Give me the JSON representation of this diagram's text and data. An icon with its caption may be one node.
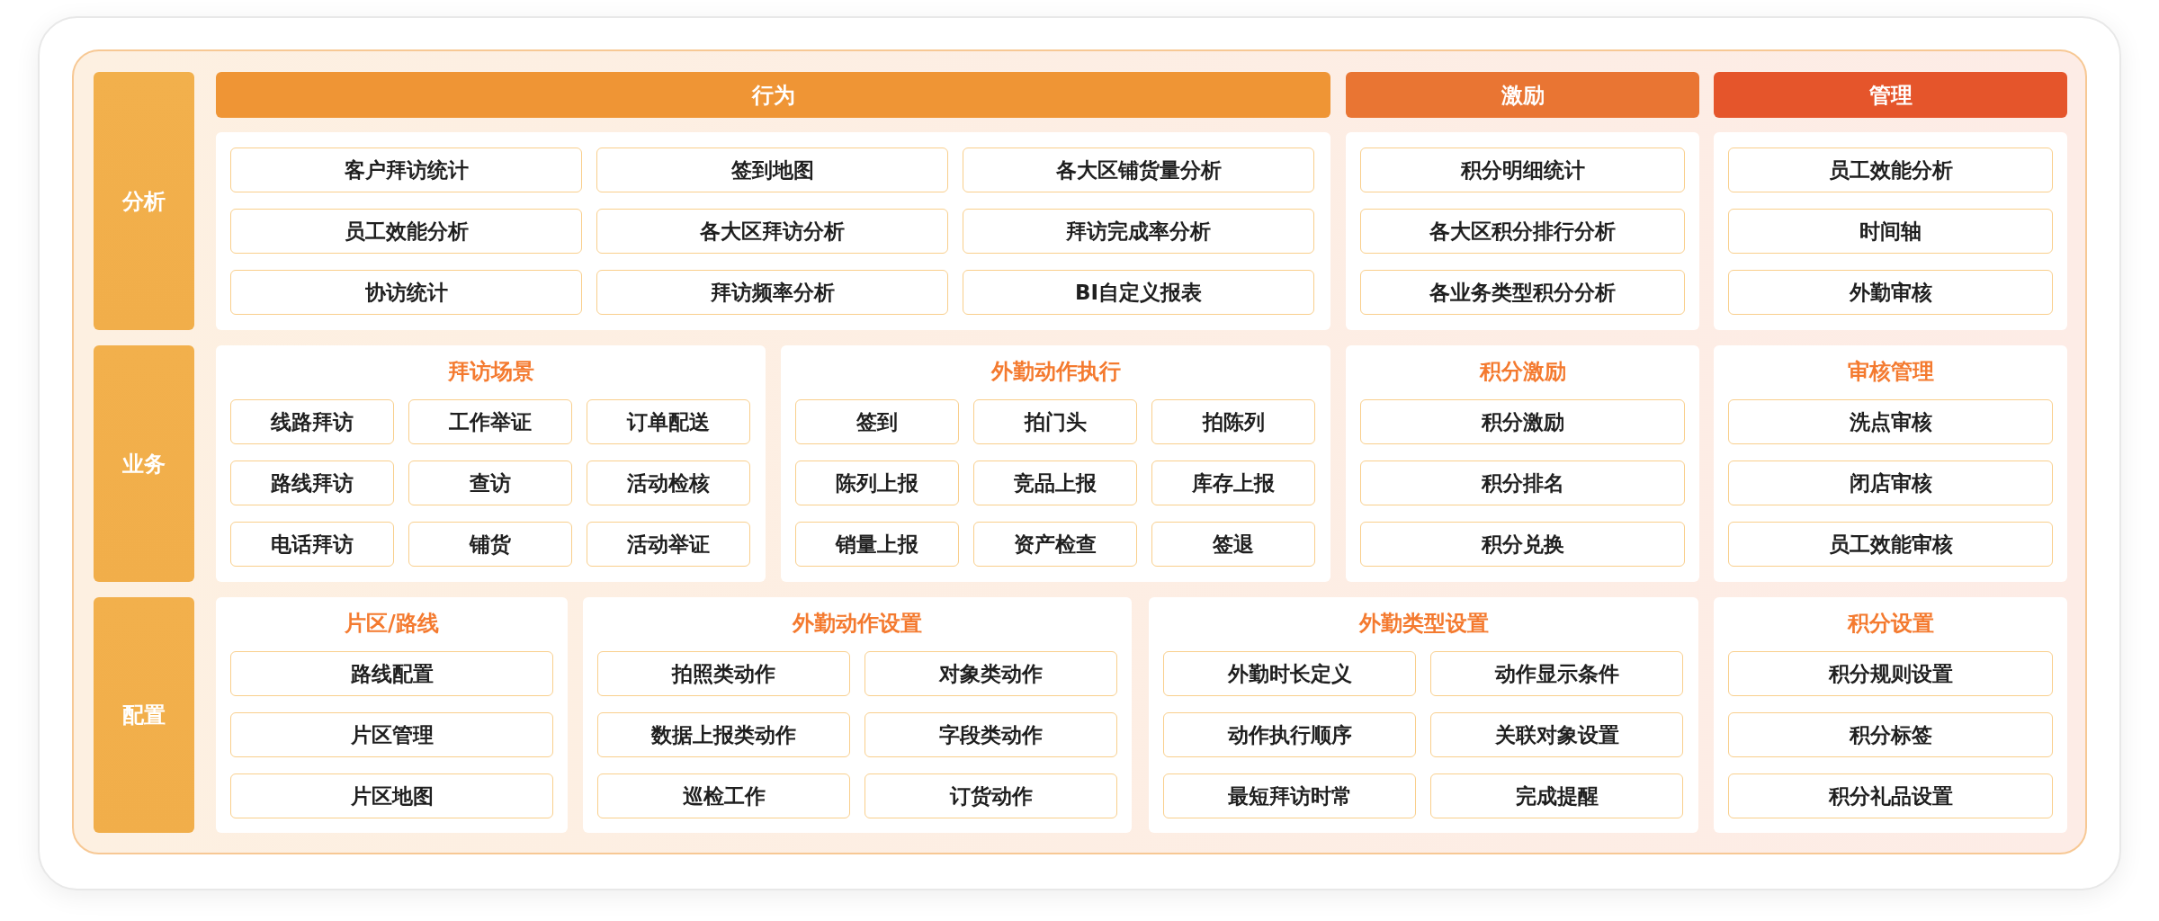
{
  "diagram": {
    "nodes": [
      {
        "text": [
          "分析"
        ]
      },
      {
        "text": [
          "行为"
        ]
      },
      {
        "text": [
          "激励"
        ]
      },
      {
        "text": [
          "管理"
        ]
      },
      {
        "text": [],
        "shape": "box"
      },
      {
        "text": [
          "客户拜访统计"
        ],
        "in": 4
      },
      {
        "text": [
          "签到地图"
        ],
        "in": 4
      },
      {
        "text": [
          "各大区铺货量分析"
        ],
        "in": 4
      },
      {
        "text": [
          "员工效能分析"
        ],
        "in": 4
      },
      {
        "text": [
          "各大区拜访分析"
        ],
        "in": 4
      },
      {
        "text": [
          "拜访完成率分析"
        ],
        "in": 4
      },
      {
        "text": [
          "协访统计"
        ],
        "in": 4
      },
      {
        "text": [
          "拜访频率分析"
        ],
        "in": 4
      },
      {
        "text": [
          "BI自定义报表"
        ],
        "in": 4
      },
      {
        "text": [],
        "shape": "box"
      },
      {
        "text": [
          "积分明细统计"
        ],
        "in": 14
      },
      {
        "text": [
          "各大区积分排行分析"
        ],
        "in": 14
      },
      {
        "text": [
          "各业务类型积分分析"
        ],
        "in": 14
      },
      {
        "text": [],
        "shape": "box"
      },
      {
        "text": [
          "员工效能分析"
        ],
        "in": 18
      },
      {
        "text": [
          "时间轴"
        ],
        "in": 18
      },
      {
        "text": [
          "外勤审核"
        ],
        "in": 18
      },
      {
        "text": [
          "业务"
        ]
      },
      {
        "text": [
          "拜访场景"
        ]
      },
      {
        "text": [
          "线路拜访"
        ],
        "in": 23
      },
      {
        "text": [
          "工作举证"
        ],
        "in": 23
      },
      {
        "text": [
          "订单配送"
        ],
        "in": 23
      },
      {
        "text": [
          "路线拜访"
        ],
        "in": 23
      },
      {
        "text": [
          "查访"
        ],
        "in": 23
      },
      {
        "text": [
          "活动检核"
        ],
        "in": 23
      },
      {
        "text": [
          "电话拜访"
        ],
        "in": 23
      },
      {
        "text": [
          "铺货"
        ],
        "in": 23
      },
      {
        "text": [
          "活动举证"
        ],
        "in": 23
      },
      {
        "text": [
          "外勤动作执行"
        ]
      },
      {
        "text": [
          "签到"
        ],
        "in": 33
      },
      {
        "text": [
          "拍门头"
        ],
        "in": 33
      },
      {
        "text": [
          "拍陈列"
        ],
        "in": 33
      },
      {
        "text": [
          "陈列上报"
        ],
        "in": 33
      },
      {
        "text": [
          "竞品上报"
        ],
        "in": 33
      },
      {
        "text": [
          "库存上报"
        ],
        "in": 33
      },
      {
        "text": [
          "销量上报"
        ],
        "in": 33
      },
      {
        "text": [
          "资产检查"
        ],
        "in": 33
      },
      {
        "text": [
          "签退"
        ],
        "in": 33
      },
      {
        "text": [
          "积分激励"
        ]
      },
      {
        "text": [
          "积分激励"
        ],
        "in": 43
      },
      {
        "text": [
          "积分排名"
        ],
        "in": 43
      },
      {
        "text": [
          "积分兑换"
        ],
        "in": 43
      },
      {
        "text": [
          "审核管理"
        ]
      },
      {
        "text": [
          "洗点审核"
        ],
        "in": 47
      },
      {
        "text": [
          "闭店审核"
        ],
        "in": 47
      },
      {
        "text": [
          "员工效能审核"
        ],
        "in": 47
      },
      {
        "text": [
          "配置"
        ]
      },
      {
        "text": [
          "片区/路线"
        ]
      },
      {
        "text": [
          "路线配置"
        ],
        "in": 52
      },
      {
        "text": [
          "片区管理"
        ],
        "in": 52
      },
      {
        "text": [
          "片区地图"
        ],
        "in": 52
      },
      {
        "text": [
          "外勤动作设置"
        ]
      },
      {
        "text": [
          "拍照类动作"
        ],
        "in": 56
      },
      {
        "text": [
          "对象类动作"
        ],
        "in": 56
      },
      {
        "text": [
          "数据上报类动作"
        ],
        "in": 56
      },
      {
        "text": [
          "字段类动作"
        ],
        "in": 56
      },
      {
        "text": [
          "巡检工作"
        ],
        "in": 56
      },
      {
        "text": [
          "订货动作"
        ],
        "in": 56
      },
      {
        "text": [
          "外勤类型设置"
        ]
      },
      {
        "text": [
          "外勤时长定义"
        ],
        "in": 63
      },
      {
        "text": [
          "动作显示条件"
        ],
        "in": 63
      },
      {
        "text": [
          "动作执行顺序"
        ],
        "in": 63
      },
      {
        "text": [
          "关联对象设置"
        ],
        "in": 63
      },
      {
        "text": [
          "最短拜访时常"
        ],
        "in": 63
      },
      {
        "text": [
          "完成提醒"
        ],
        "in": 63
      },
      {
        "text": [
          "积分设置"
        ]
      },
      {
        "text": [
          "积分规则设置"
        ],
        "in": 70
      },
      {
        "text": [
          "积分标签"
        ],
        "in": 70
      },
      {
        "text": [
          "积分礼品设置"
        ],
        "in": 70
      }
    ]
  }
}
